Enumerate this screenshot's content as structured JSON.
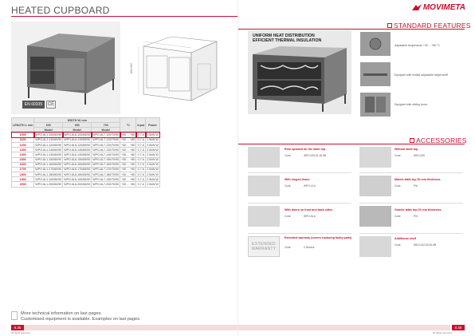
{
  "left": {
    "title": "HEATED CUPBOARD",
    "badge_text": "EN 60335",
    "ce_text": "CE",
    "dim_height": "850-900",
    "table": {
      "h_length": "LENGTH L mm",
      "h_width": "WIDTH W, mm",
      "h_sub": [
        "600",
        "650",
        "700"
      ],
      "h_model": "Model",
      "h_temp": "°C",
      "h_input": "Input",
      "h_power": "Power",
      "rows": [
        [
          "1000",
          "WPO-6L1-100/60/90",
          "WPO-6L6-100/65/90",
          "WPO-6L7-100/70/90",
          "+30 ... +80",
          "0,7 A",
          "1.5kW W"
        ],
        [
          "1100",
          "WPO-6L1-110/60/90",
          "WPO-6L6-110/65/90",
          "WPO-6L7-110/70/90",
          "+30 ... +80",
          "0,7 A",
          "1.5kW W"
        ],
        [
          "1200",
          "WPO-6L1-120/60/90",
          "WPO-6L6-120/65/90",
          "WPO-6L7-120/70/90",
          "+30 ... +80",
          "0,7 A",
          "2.0kW W"
        ],
        [
          "1300",
          "WPO-6L1-130/60/90",
          "WPO-6L6-130/65/90",
          "WPO-6L7-130/70/90",
          "+30 ... +80",
          "0,7 A",
          "2.0kW W"
        ],
        [
          "1400",
          "WPO-6L1-140/60/90",
          "WPO-6L6-140/65/90",
          "WPO-6L7-140/70/90",
          "+30 ... +80",
          "0,7 A",
          "2.0kW W"
        ],
        [
          "1500",
          "WPO-6L1-150/60/90",
          "WPO-6L6-150/65/90",
          "WPO-6L7-150/70/90",
          "+30 ... +80",
          "0,7 A",
          "2.0kW W"
        ],
        [
          "1600",
          "WPO-6L1-160/60/90",
          "WPO-6L6-160/65/90",
          "WPO-6L7-160/70/90",
          "+30 ... +80",
          "0,7 A",
          "2.0kW W"
        ],
        [
          "1700",
          "WPO-6L1-170/60/90",
          "WPO-6L6-170/65/90",
          "WPO-6L7-170/70/90",
          "+30 ... +80",
          "0,7 A",
          "2.0kW W"
        ],
        [
          "1800",
          "WPO-6L1-180/60/90",
          "WPO-6L6-180/65/90",
          "WPO-6L7-180/70/90",
          "+30 ... +80",
          "0,7 A",
          "2.0kW W"
        ],
        [
          "1900",
          "WPO-6L1-190/60/90",
          "WPO-6L6-190/65/90",
          "WPO-6L7-190/70/90",
          "+30 ... +80",
          "0,7 A",
          "2.0kW W"
        ],
        [
          "2000",
          "WPO-6L1-200/60/90",
          "WPO-6L6-200/65/90",
          "WPO-6L7-200/70/90",
          "+30 ... +80",
          "0,7 A",
          "2.0kW W"
        ]
      ]
    },
    "footnote_line1": "More technical information on last pages.",
    "footnote_line2": "Customised equipment is available. Examples on last pages.",
    "page_number": "6.35",
    "rights": "all rights reserved"
  },
  "right": {
    "brand": "MOVIMETA",
    "standard_head": "STANDARD FEATURES",
    "main_caption_1": "UNIFORM HEAT DISTRIBUTION",
    "main_caption_2": "EFFICIENT THERMAL INSULATION",
    "features": [
      {
        "text": "Adjustable temperature +30 ... +80 °C"
      },
      {
        "text": "Equipped with middle adjustable height shelf"
      },
      {
        "text": "Equipped with sliding doors"
      }
    ],
    "accessories_head": "ACCESSORIES",
    "code_label": "Code",
    "accessories": [
      {
        "title": "Rear upstand for the table top",
        "code": "WPO-000-51-30-5B"
      },
      {
        "title": "Without table top",
        "code": "WKO-000"
      },
      {
        "title": "With hinged doors",
        "code": "WPO-VLU"
      },
      {
        "title": "Marble table top 30 mm thickness",
        "code": "PIA"
      },
      {
        "title": "With doors on front and back sides",
        "code": "WPO-NLU"
      },
      {
        "title": "Granite table top 20 mm thickness",
        "code": "PIG"
      },
      {
        "title": "Extended warranty (covers replacing faulty parts)",
        "code": "2-Service"
      },
      {
        "title": "Additional shelf",
        "code": "WKO-042-50-00-5B"
      }
    ],
    "warranty_line1": "EXTENDED",
    "warranty_line2": "WARRANTY",
    "page_number": "6.35",
    "rights": "all rights reserved"
  },
  "colors": {
    "accent": "#c8102e",
    "panel": "#e9e9e9"
  }
}
